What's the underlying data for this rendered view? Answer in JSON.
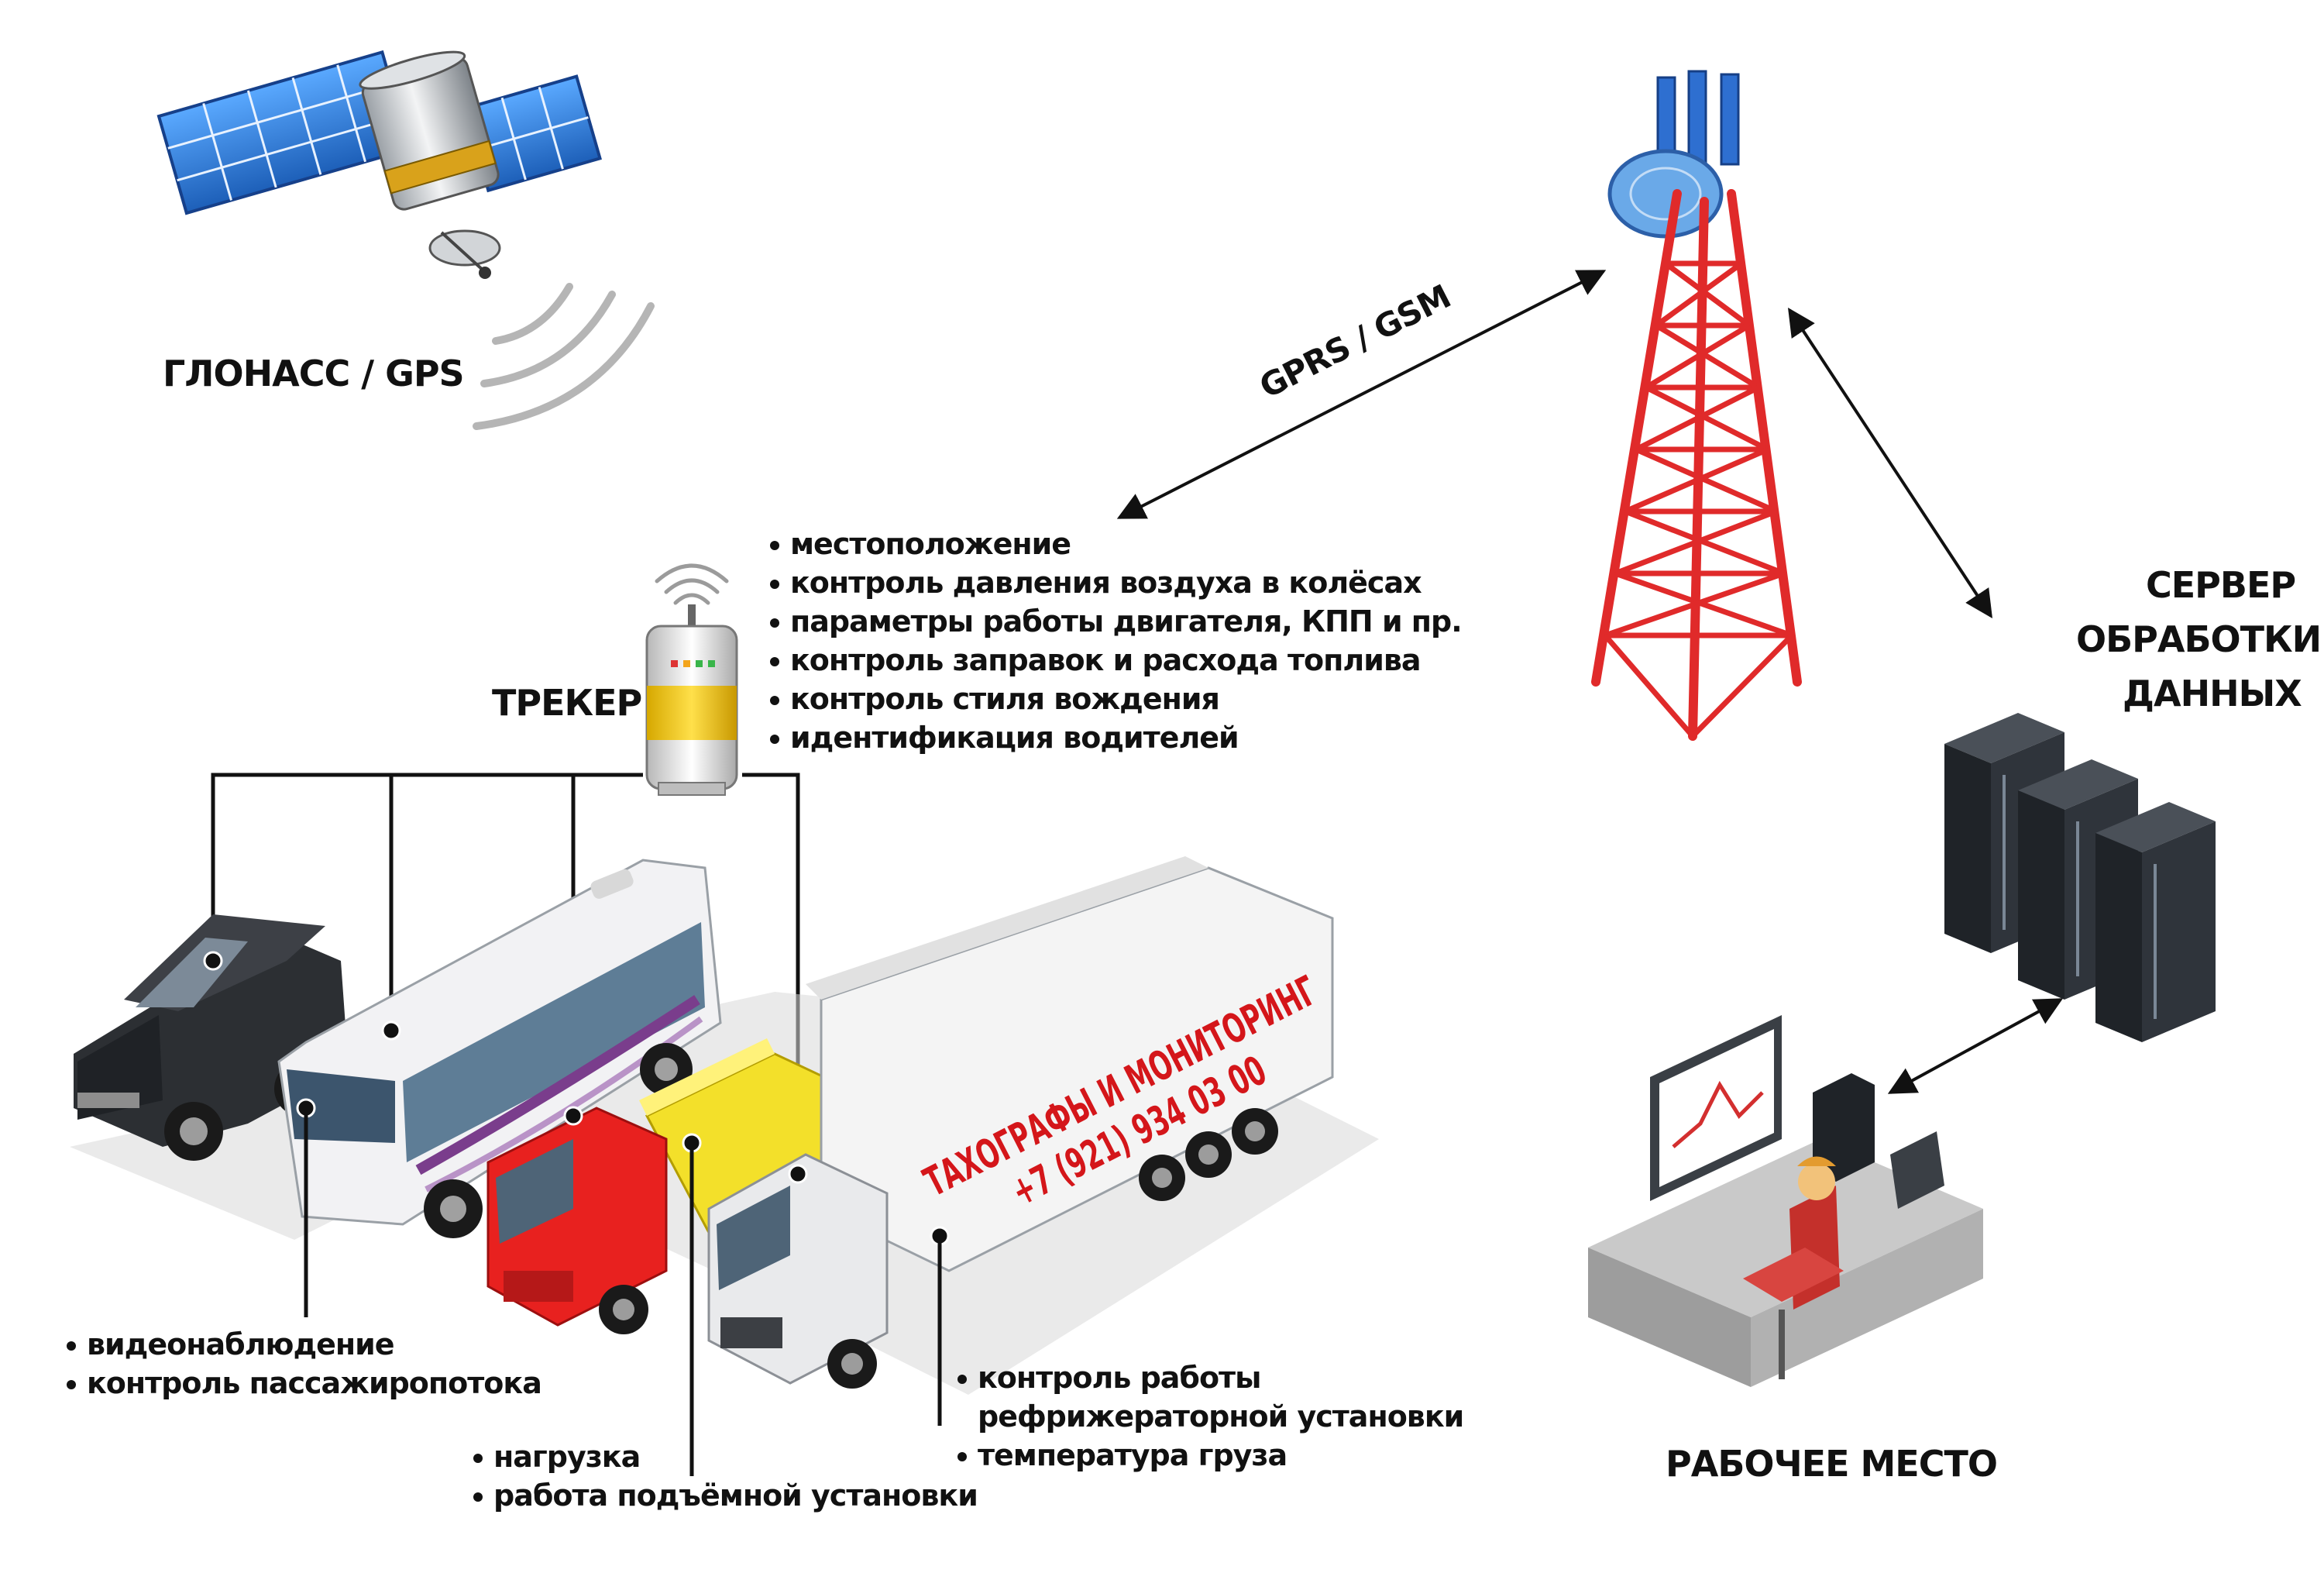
{
  "labels": {
    "satellite": "ГЛОНАСС / GPS",
    "link": "GPRS / GSM",
    "tracker": "ТРЕКЕР",
    "server_line1": "СЕРВЕР",
    "server_line2": "ОБРАБОТКИ",
    "server_line3": "ДАННЫХ",
    "workplace": "РАБОЧЕЕ МЕСТО"
  },
  "tracker_features": [
    "местоположение",
    "контроль давления воздуха в колёсах",
    "параметры работы двигателя, КПП и пр.",
    "контроль заправок и расхода топлива",
    "контроль стиля вождения",
    "идентификация водителей"
  ],
  "bus_features": [
    "видеонаблюдение",
    "контроль пассажиропотока"
  ],
  "dump_truck_features": [
    "нагрузка",
    "работа подъёмной установки"
  ],
  "reefer_features": {
    "item1_line1": "контроль работы",
    "item1_line2": "рефрижераторной установки",
    "item2": "температура груза"
  },
  "trailer_branding": {
    "line1": "ТАХОГРАФЫ И МОНИТОРИНГ",
    "line2": "+7 (921) 934 03 00"
  },
  "colors": {
    "tower_red": "#e02a2a",
    "truck_red": "#e8211f",
    "dump_yellow": "#f3e02a",
    "panel_blue": "#2d7fd6",
    "server_dark": "#2b2f36",
    "brand_text": "#d4161a"
  }
}
